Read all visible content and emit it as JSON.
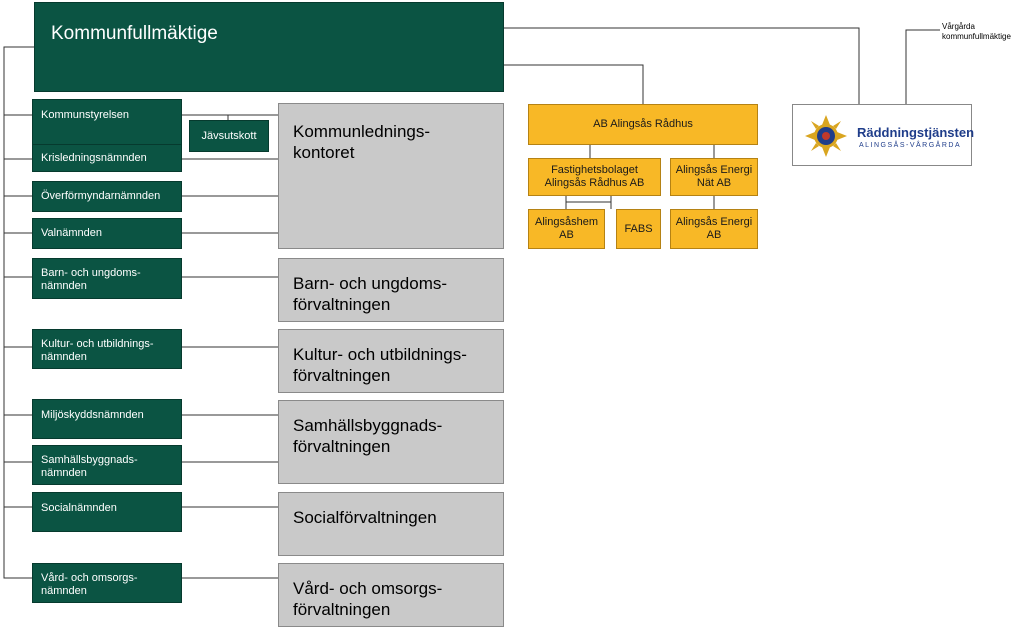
{
  "council": {
    "title": "Kommunfullmäktige"
  },
  "committees": [
    {
      "label": "Kommunstyrelsen"
    },
    {
      "label": "Krisledningsnämnden"
    },
    {
      "label": "Överförmyndarnämnden"
    },
    {
      "label": "Valnämnden"
    },
    {
      "label": "Barn- och ungdoms-\nnämnden"
    },
    {
      "label": "Kultur- och utbildnings-\nnämnden"
    },
    {
      "label": "Miljöskyddsnämnden"
    },
    {
      "label": "Samhällsbyggnads-\nnämnden"
    },
    {
      "label": "Socialnämnden"
    },
    {
      "label": "Vård- och omsorgs-\nnämnden"
    }
  ],
  "javsutskott": {
    "label": "Jävsutskott"
  },
  "administrations": [
    {
      "label": "Kommunlednings-\nkontoret"
    },
    {
      "label": "Barn- och ungdoms-\nförvaltningen"
    },
    {
      "label": "Kultur- och utbildnings-\nförvaltningen"
    },
    {
      "label": "Samhällsbyggnads-\nförvaltningen"
    },
    {
      "label": "Socialförvaltningen"
    },
    {
      "label": "Vård- och omsorgs-\nförvaltningen"
    }
  ],
  "companies": {
    "parent": "AB Alingsås Rådhus",
    "fastighet": "Fastighetsbolaget\nAlingsås Rådhus AB",
    "energi": "Alingsås Energi\nNät AB",
    "alingsashem": "Alingsåshem\nAB",
    "fabs": "FABS",
    "energi_ab": "Alingsås Energi\nAB"
  },
  "rescue": {
    "logo_text": "Räddningstjänsten",
    "logo_subtext": "ALINGSÅS-VÅRGÅRDA",
    "vargarda_label": "Vårgårda\nkommunfullmäktige"
  },
  "colors": {
    "green": "#0b5443",
    "gray": "#c9c9c9",
    "orange": "#f8b826",
    "logo_blue": "#1f3d8a",
    "logo_gold": "#d9a520"
  }
}
